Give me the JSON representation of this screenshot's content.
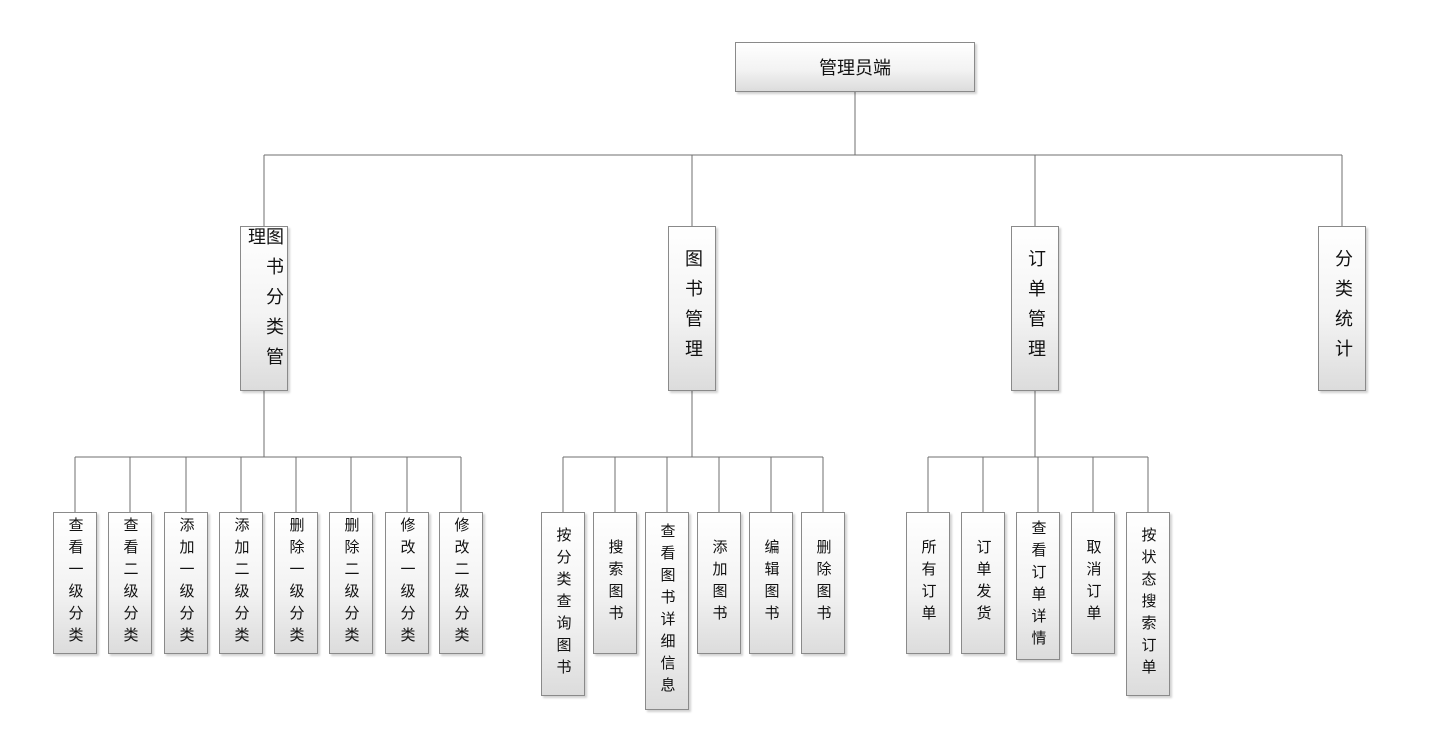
{
  "root": {
    "label": "管理员端"
  },
  "branches": [
    {
      "label": "图书分类管理",
      "children": [
        "查看一级分类",
        "查看二级分类",
        "添加一级分类",
        "添加二级分类",
        "删除一级分类",
        "删除二级分类",
        "修改一级分类",
        "修改二级分类"
      ]
    },
    {
      "label": "图书管理",
      "children": [
        "按分类查询图书",
        "搜索图书",
        "查看图书详细信息",
        "添加图书",
        "编辑图书",
        "删除图书"
      ]
    },
    {
      "label": "订单管理",
      "children": [
        "所有订单",
        "订单发货",
        "查看订单详情",
        "取消订单",
        "按状态搜索订单"
      ]
    },
    {
      "label": "分类统计",
      "children": []
    }
  ]
}
